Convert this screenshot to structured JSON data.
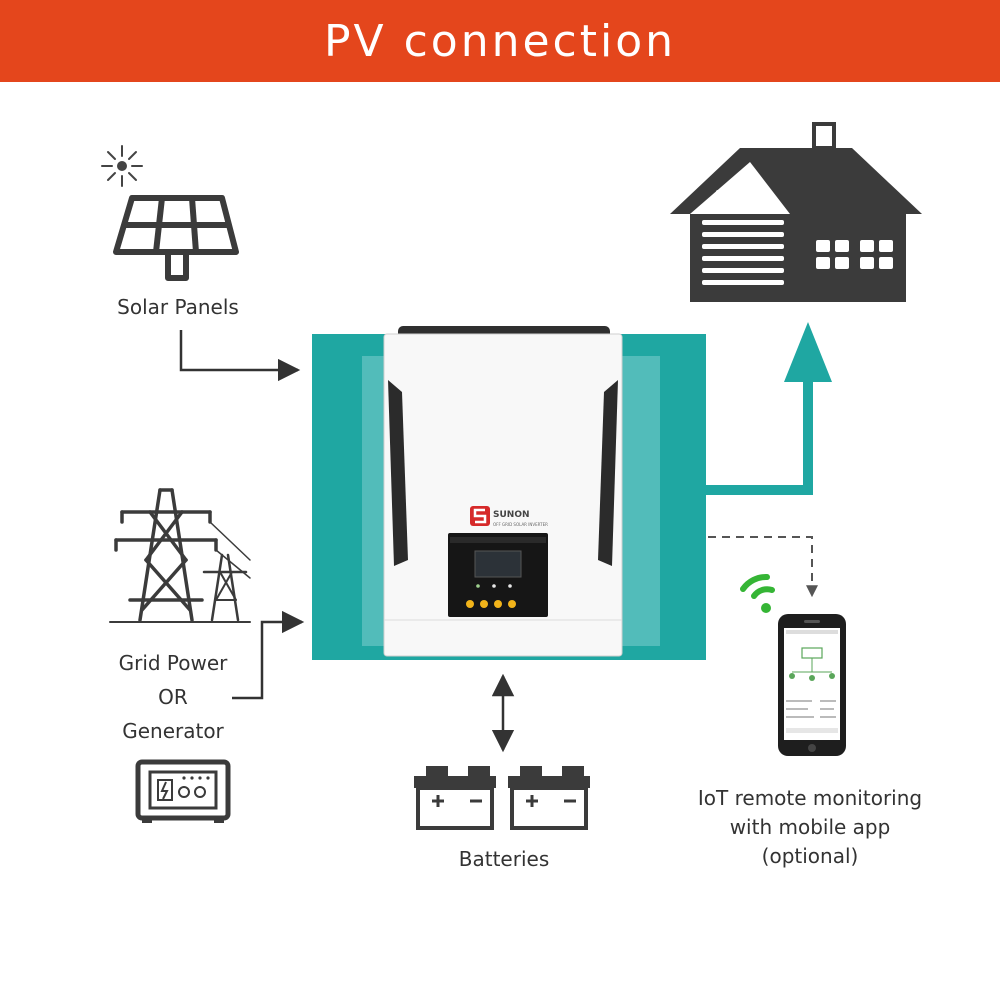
{
  "title": "PV connection",
  "nodes": {
    "solar": {
      "label": "Solar Panels"
    },
    "grid": {
      "lines": [
        "Grid Power",
        "OR",
        "Generator"
      ]
    },
    "batteries": {
      "label": "Batteries"
    },
    "iot": {
      "lines": [
        "IoT remote monitoring",
        "with mobile app",
        "(optional)"
      ]
    }
  },
  "inverter": {
    "brand": "SUNON",
    "model_line": "OFF GRID SOLAR INVERTER"
  },
  "colors": {
    "banner": "#e4461c",
    "teal": "#1fa7a2",
    "dark": "#3b3b3b",
    "wifi": "#35b535",
    "brand_red": "#d62a2a"
  }
}
